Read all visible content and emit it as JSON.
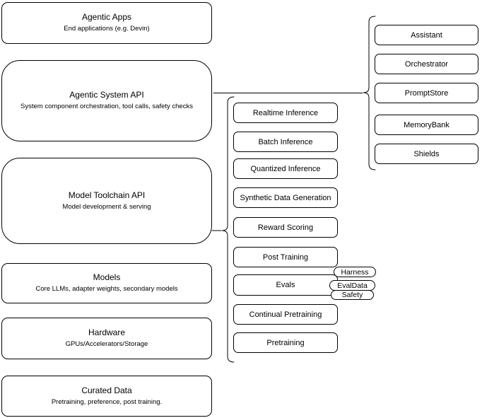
{
  "colors": {
    "stroke": "#000000",
    "fill": "#ffffff",
    "text": "#000000"
  },
  "stack": [
    {
      "title": "Agentic Apps",
      "subtitle": "End applications (e.g. Devin)"
    },
    {
      "title": "Agentic System API",
      "subtitle": "System component orchestration, tool calls, safety checks"
    },
    {
      "title": "Model Toolchain API",
      "subtitle": "Model development & serving"
    },
    {
      "title": "Models",
      "subtitle": "Core LLMs, adapter weights, secondary models"
    },
    {
      "title": "Hardware",
      "subtitle": "GPUs/Accelerators/Storage"
    },
    {
      "title": "Curated Data",
      "subtitle": "Pretraining, preference, post training."
    }
  ],
  "toolchain_items": [
    "Realtime Inference",
    "Batch Inference",
    "Quantized Inference",
    "Synthetic Data Generation",
    "Reward Scoring",
    "Post Training",
    "Evals",
    "Continual Pretraining",
    "Pretraining"
  ],
  "eval_tags": [
    "Harness",
    "EvalData",
    "Safety"
  ],
  "system_components": [
    "Assistant",
    "Orchestrator",
    "PromptStore",
    "MemoryBank",
    "Shields"
  ]
}
